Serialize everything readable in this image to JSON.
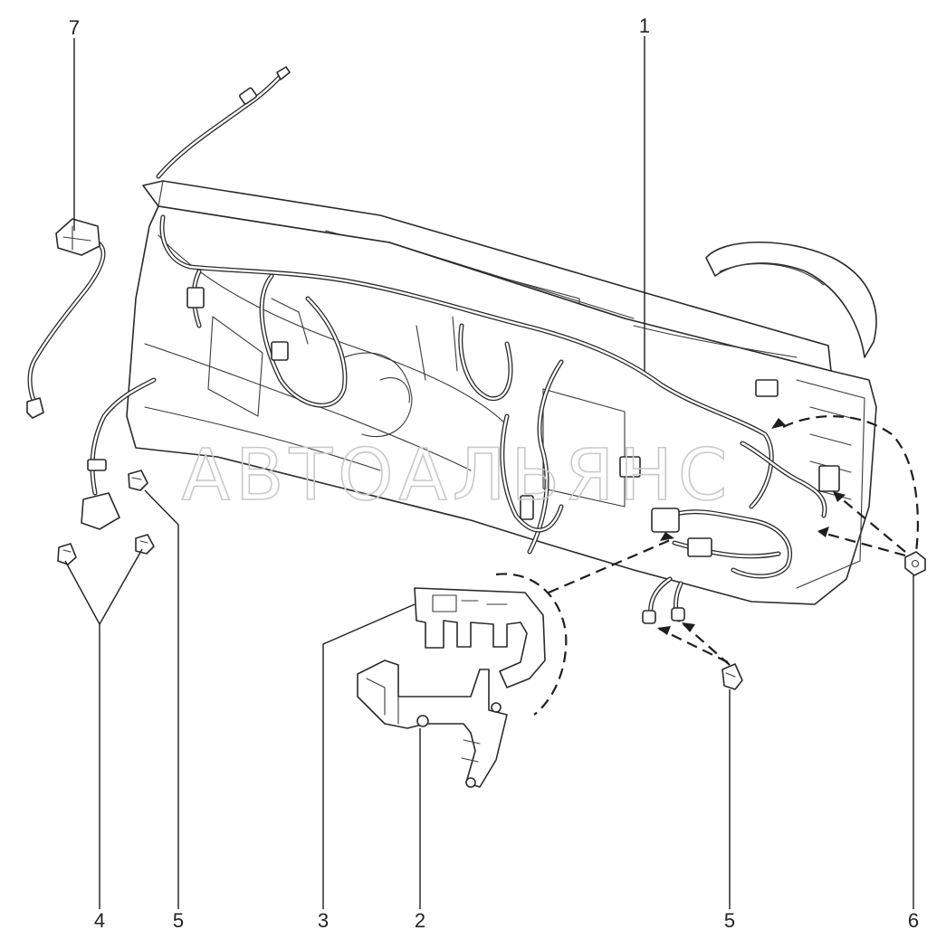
{
  "watermark": "АВТОАЛЬЯНС",
  "callouts": [
    {
      "id": "c1",
      "label": "1"
    },
    {
      "id": "c2",
      "label": "2"
    },
    {
      "id": "c3",
      "label": "3"
    },
    {
      "id": "c4",
      "label": "4"
    },
    {
      "id": "c5a",
      "label": "5"
    },
    {
      "id": "c5b",
      "label": "5"
    },
    {
      "id": "c6",
      "label": "6"
    },
    {
      "id": "c7",
      "label": "7"
    }
  ],
  "colors": {
    "line": "#2a2a2a",
    "background": "#ffffff",
    "watermark": "#c9c9c9"
  }
}
